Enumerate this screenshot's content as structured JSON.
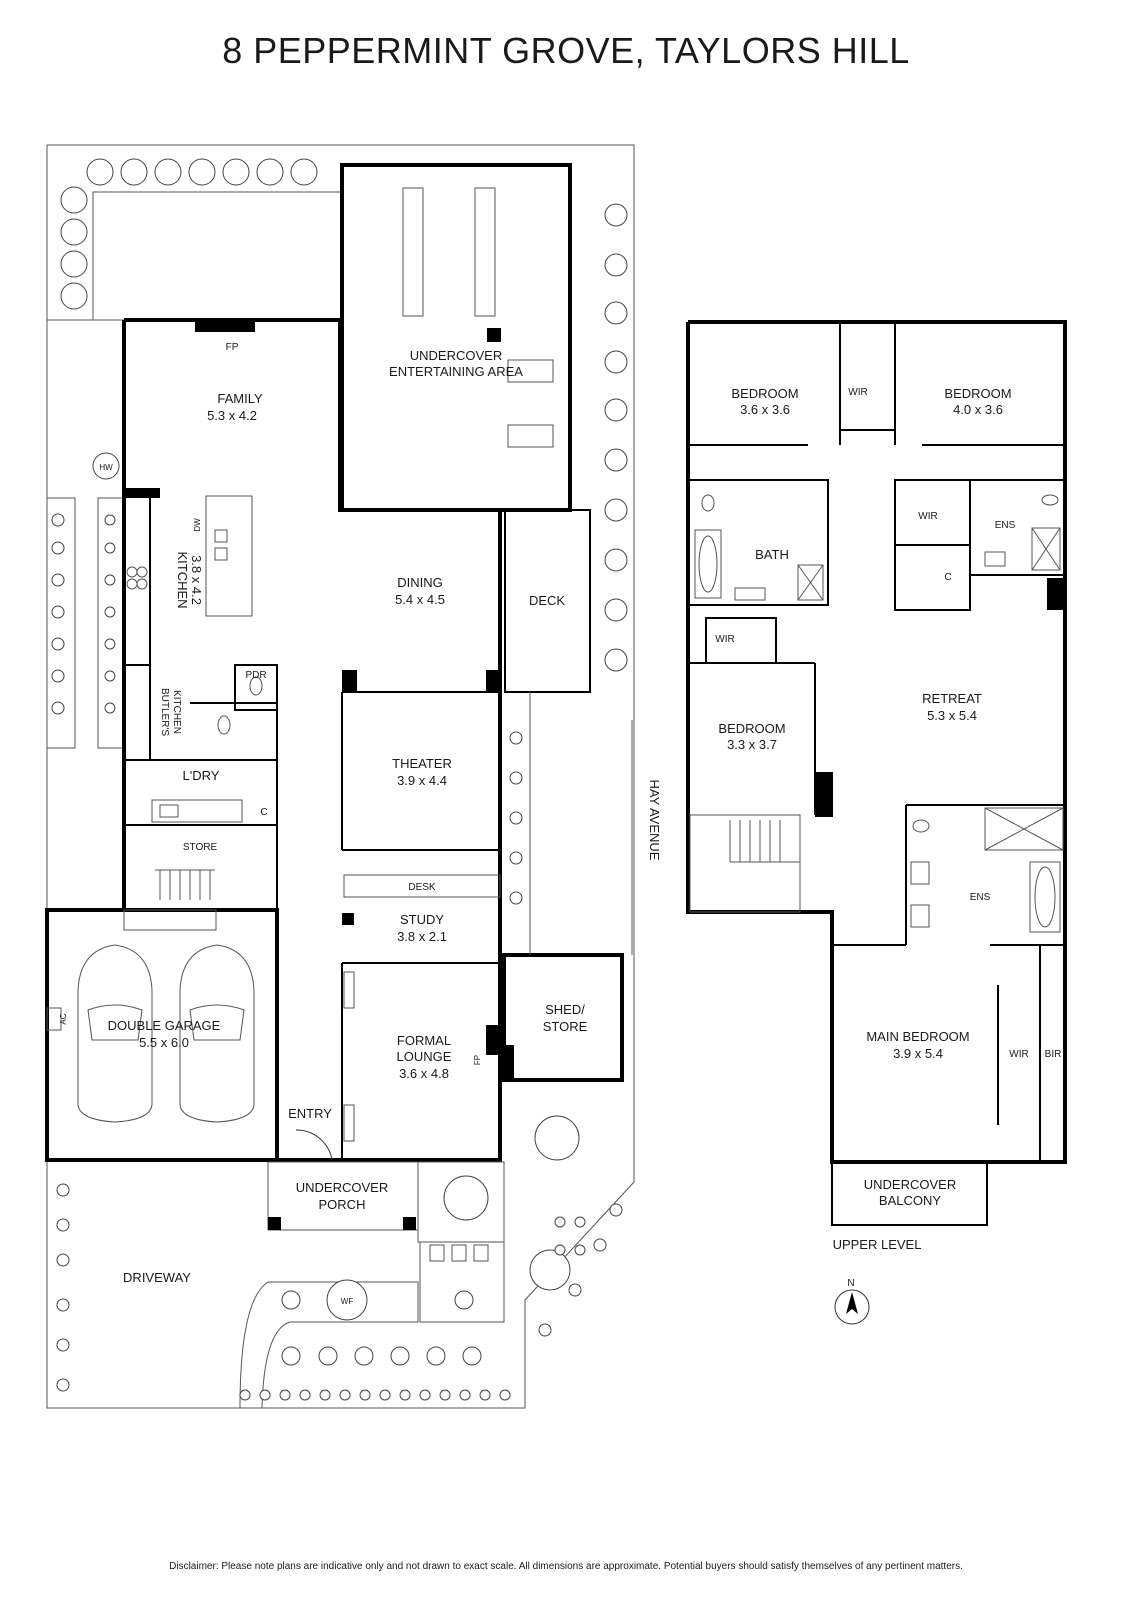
{
  "title": "8 PEPPERMINT GROVE, TAYLORS HILL",
  "ground_level": {
    "undercover_entertaining": "UNDERCOVER",
    "undercover_entertaining_2": "ENTERTAINING AREA",
    "family": {
      "name": "FAMILY",
      "size": "5.3 x 4.2"
    },
    "fp": "FP",
    "hw": "HW",
    "kitchen": {
      "name": "KITCHEN",
      "size": "3.8 x 4.2"
    },
    "dw": "DW",
    "dining": {
      "name": "DINING",
      "size": "5.4 x 4.5"
    },
    "deck": "DECK",
    "butlers_kitchen": {
      "line1": "BUTLER'S",
      "line2": "KITCHEN"
    },
    "pdr": "PDR",
    "laundry": "L'DRY",
    "c": "C",
    "store": "STORE",
    "theater": {
      "name": "THEATER",
      "size": "3.9 x 4.4"
    },
    "desk": "DESK",
    "study": {
      "name": "STUDY",
      "size": "3.8 x 2.1"
    },
    "hay_avenue": "HAY AVENUE",
    "double_garage": {
      "name": "DOUBLE GARAGE",
      "size": "5.5 x 6.0"
    },
    "ac": "AC",
    "formal_lounge": {
      "name": "FORMAL",
      "name2": "LOUNGE",
      "size": "3.6 x 4.8"
    },
    "fp2": "FP",
    "shed": {
      "line1": "SHED/",
      "line2": "STORE"
    },
    "entry": "ENTRY",
    "porch": {
      "line1": "UNDERCOVER",
      "line2": "PORCH"
    },
    "driveway": "DRIVEWAY",
    "wf": "WF"
  },
  "upper_level": {
    "bedroom1": {
      "name": "BEDROOM",
      "size": "3.6 x 3.6"
    },
    "wir1": "WIR",
    "bedroom2": {
      "name": "BEDROOM",
      "size": "4.0 x 3.6"
    },
    "wir2": "WIR",
    "ens1": "ENS",
    "bath": "BATH",
    "c": "C",
    "wir3": "WIR",
    "retreat": {
      "name": "RETREAT",
      "size": "5.3 x 5.4"
    },
    "bedroom3": {
      "name": "BEDROOM",
      "size": "3.3 x 3.7"
    },
    "ens2": "ENS",
    "main_bedroom": {
      "name": "MAIN BEDROOM",
      "size": "3.9 x 5.4"
    },
    "wir4": "WIR",
    "bir": "BIR",
    "balcony": {
      "line1": "UNDERCOVER",
      "line2": "BALCONY"
    },
    "label": "UPPER LEVEL"
  },
  "compass": "N",
  "disclaimer": "Disclaimer: Please note plans are indicative only and not drawn to exact scale. All dimensions are approximate. Potential buyers should satisfy themselves of any pertinent matters."
}
